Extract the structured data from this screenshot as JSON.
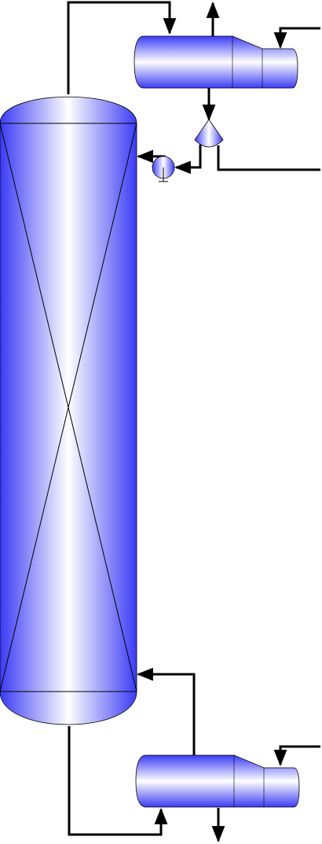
{
  "diagram": {
    "type": "process-flow",
    "equipment": [
      {
        "id": "column",
        "kind": "packed-distillation-column"
      },
      {
        "id": "condenser",
        "kind": "shell-and-tube-heat-exchanger"
      },
      {
        "id": "reflux-splitter",
        "kind": "flow-splitter"
      },
      {
        "id": "reflux-pump",
        "kind": "centrifugal-pump"
      },
      {
        "id": "reboiler",
        "kind": "kettle-reboiler"
      }
    ],
    "streams": [
      {
        "id": "overhead-vapor",
        "from": "column",
        "to": "condenser"
      },
      {
        "id": "vent",
        "from": "condenser",
        "to": "outlet-top"
      },
      {
        "id": "condenser-coolant-in",
        "from": "inlet-right",
        "to": "condenser"
      },
      {
        "id": "condensate",
        "from": "condenser",
        "to": "reflux-splitter"
      },
      {
        "id": "distillate",
        "from": "reflux-splitter",
        "to": "outlet-right"
      },
      {
        "id": "reflux",
        "from": "reflux-splitter",
        "to": "reflux-pump"
      },
      {
        "id": "reflux-return",
        "from": "reflux-pump",
        "to": "column"
      },
      {
        "id": "bottoms-to-reboiler",
        "from": "column",
        "to": "reboiler"
      },
      {
        "id": "boilup",
        "from": "reboiler",
        "to": "column"
      },
      {
        "id": "reboiler-heating-in",
        "from": "inlet-right",
        "to": "reboiler"
      },
      {
        "id": "bottoms-product",
        "from": "reboiler",
        "to": "outlet-bottom"
      }
    ],
    "colors": {
      "vessel_dark": "#3b3bf5",
      "vessel_light": "#ffffff",
      "line": "#000000"
    }
  }
}
